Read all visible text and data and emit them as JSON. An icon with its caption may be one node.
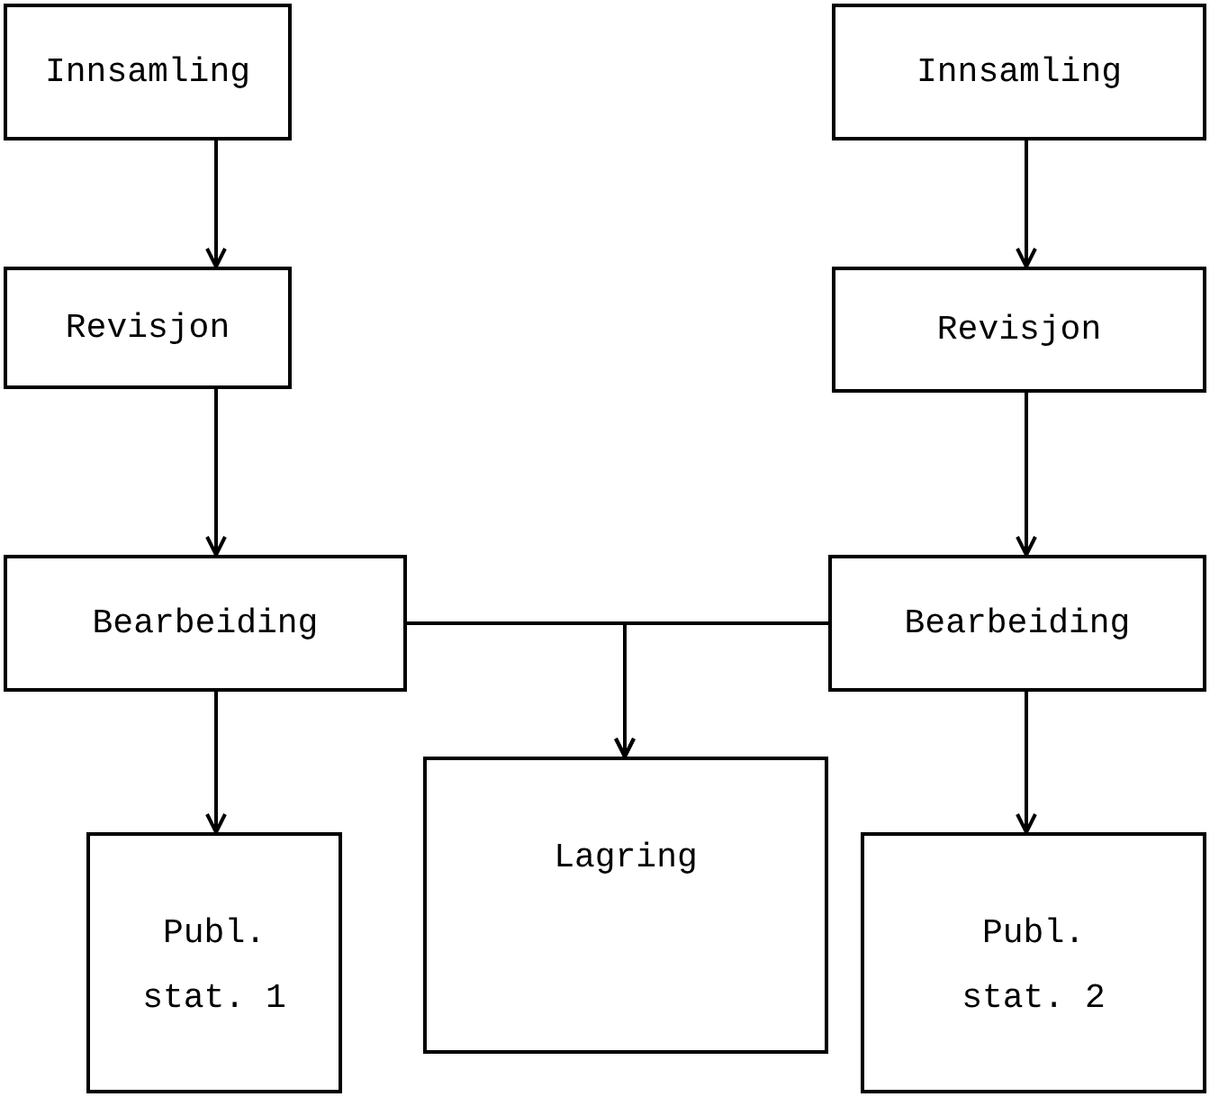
{
  "diagram": {
    "nodes": [
      {
        "text": [
          "Innsamling"
        ]
      },
      {
        "text": [
          "Innsamling"
        ]
      },
      {
        "text": [
          "Revisjon"
        ]
      },
      {
        "text": [
          "Revisjon"
        ]
      },
      {
        "text": [
          "Bearbeiding"
        ]
      },
      {
        "text": [
          "Bearbeiding"
        ]
      },
      {
        "text": [
          "Publ. stat. 1"
        ]
      },
      {
        "text": [
          "Lagring"
        ]
      },
      {
        "text": [
          "Publ. stat. 2"
        ]
      }
    ],
    "edges": [
      {
        "from": 0,
        "to": 2,
        "arrow": "to"
      },
      {
        "from": 1,
        "to": 3,
        "arrow": "to"
      },
      {
        "from": 2,
        "to": 4,
        "arrow": "to"
      },
      {
        "from": 3,
        "to": 5,
        "arrow": "to"
      },
      {
        "from": 4,
        "to": 6,
        "arrow": "to"
      },
      {
        "from": 5,
        "to": 8,
        "arrow": "to"
      },
      {
        "from": 4,
        "to": 7,
        "arrow": "to"
      },
      {
        "from": 5,
        "to": 7,
        "arrow": "to"
      }
    ]
  }
}
